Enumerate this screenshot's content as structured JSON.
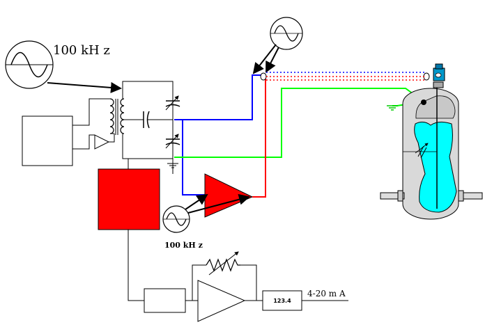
{
  "labels": {
    "source_top_freq": "100 kH z",
    "source_bottom_freq": "100 kH z",
    "display_value": "123.4",
    "output_signal": "4-20 m A"
  },
  "colors": {
    "red": "#ff0000",
    "blue": "#0000ff",
    "green": "#00ff00",
    "liquid": "#00ffff",
    "vessel": "#d9d9d9",
    "sensor": "#0099cc"
  },
  "icons": {
    "sine_source": "sine-wave-source-icon",
    "trimmer_capacitor": "variable-capacitor-icon",
    "ground": "ground-icon",
    "potentiometer": "variable-resistor-icon"
  }
}
